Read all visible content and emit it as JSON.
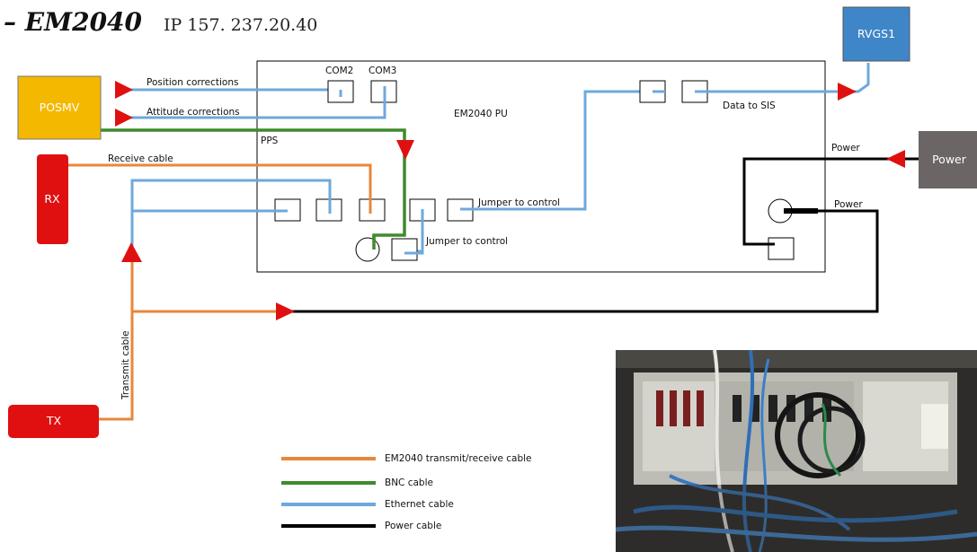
{
  "header": {
    "title": "– EM2040",
    "ip": "IP 157. 237.20.40"
  },
  "devices": {
    "posmv": "POSMV",
    "rvgs": "RVGS1",
    "power": "Power",
    "rx": "RX",
    "tx": "TX",
    "pu": "EM2040 PU"
  },
  "labels": {
    "com2": "COM2",
    "com3": "COM3",
    "pps": "PPS",
    "position_corrections": "Position corrections",
    "attitude_corrections": "Attitude corrections",
    "receive_cable": "Receive cable",
    "transmit_cable": "Transmit cable",
    "jumper1": "Jumper to control",
    "jumper2": "Jumper to control",
    "data_to_sis": "Data to SIS",
    "power1": "Power",
    "power2": "Power"
  },
  "legend": [
    {
      "label": "EM2040 transmit/receive cable",
      "color": "#e8873a"
    },
    {
      "label": "BNC cable",
      "color": "#3f8a2e"
    },
    {
      "label": "Ethernet cable",
      "color": "#6fa8dc"
    },
    {
      "label": "Power cable",
      "color": "#000000"
    }
  ],
  "colors": {
    "orange": "#e8873a",
    "green": "#3f8a2e",
    "blue": "#6fa8dc",
    "black": "#000000",
    "red": "#e01010",
    "posmv_fill": "#f5b800",
    "rvgs_fill": "#3f86c8",
    "power_fill": "#6b6565"
  }
}
